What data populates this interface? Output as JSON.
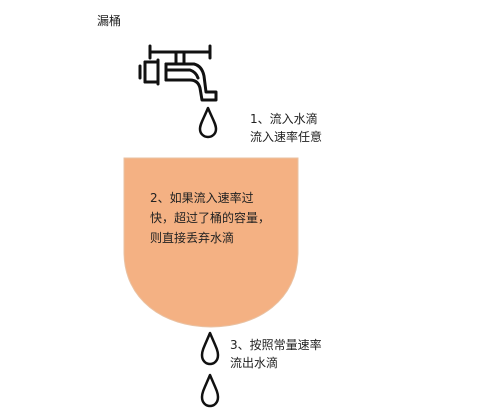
{
  "title": "漏桶",
  "step1": {
    "line1": "1、流入水滴",
    "line2": "流入速率任意"
  },
  "step2": {
    "line1": "2、如果流入速率过",
    "line2": "快，超过了桶的容量，",
    "line3": "则直接丢弃水滴"
  },
  "step3": {
    "line1": "3、按照常量速率",
    "line2": "流出水滴"
  },
  "colors": {
    "bucket_fill": "#f4b183",
    "bucket_stroke": "#e9c2a3",
    "ink": "#111111"
  },
  "icons": [
    "faucet-icon",
    "water-drop-icon"
  ]
}
